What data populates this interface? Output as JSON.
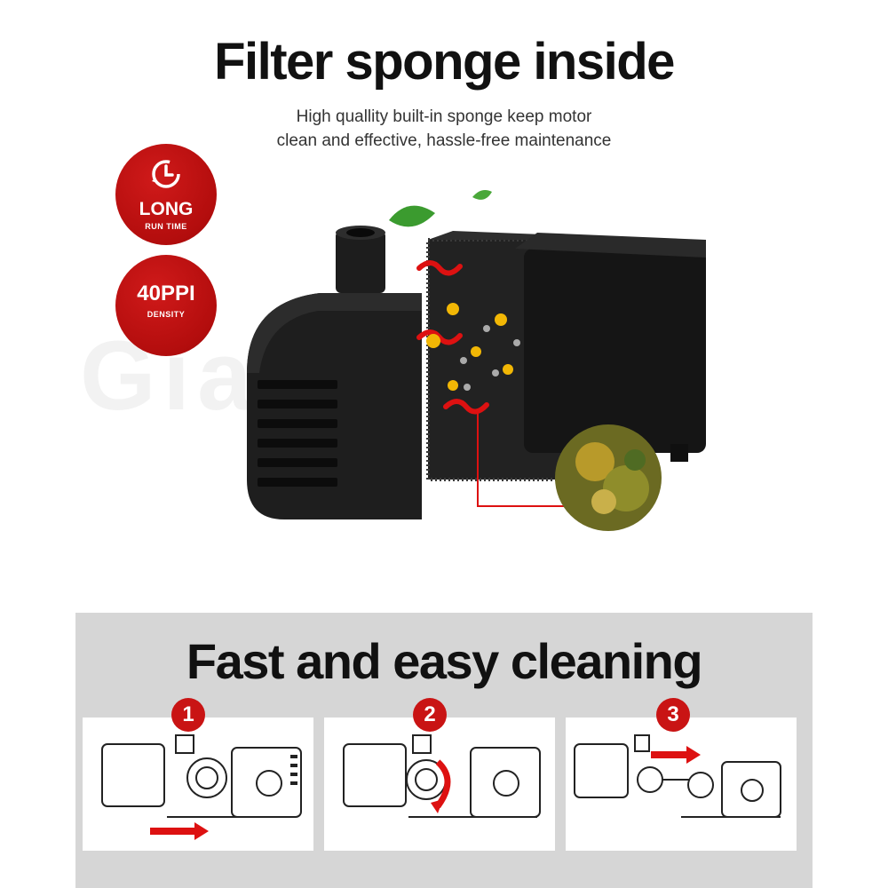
{
  "header": {
    "title": "Filter sponge inside",
    "subtitle_line1": "High quallity built-in sponge keep motor",
    "subtitle_line2": "clean and effective, hassle-free maintenance"
  },
  "badges": [
    {
      "main": "LONG",
      "sub": "RUN TIME",
      "icon": "clock-icon"
    },
    {
      "main": "40PPI",
      "sub": "DENSITY"
    }
  ],
  "watermark": "Giantz",
  "cleaning": {
    "title": "Fast and easy cleaning",
    "steps": [
      {
        "number": "1"
      },
      {
        "number": "2"
      },
      {
        "number": "3"
      }
    ]
  },
  "colors": {
    "accent_red": "#c91414",
    "panel_gray": "#d6d6d6",
    "pump_black": "#1a1a1a"
  }
}
